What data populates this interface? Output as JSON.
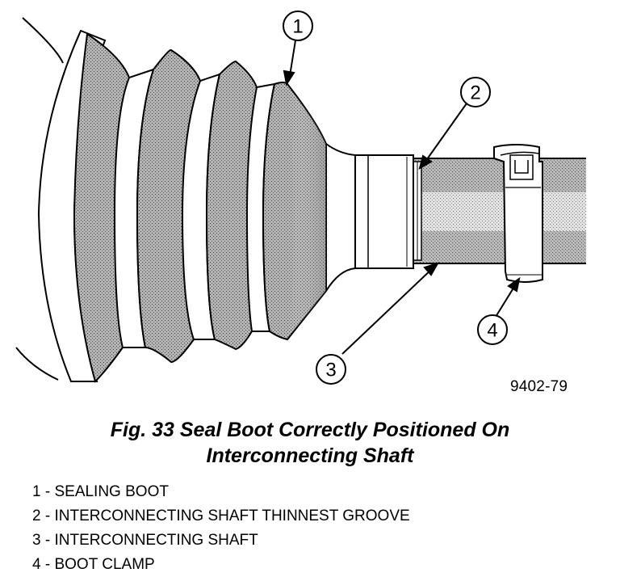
{
  "figure": {
    "figure_number": "9402-79",
    "caption_line1": "Fig. 33 Seal Boot Correctly Positioned On",
    "caption_line2": "Interconnecting Shaft"
  },
  "callouts": [
    "1",
    "2",
    "3",
    "4"
  ],
  "legend": [
    {
      "num": "1",
      "text": "SEALING BOOT"
    },
    {
      "num": "2",
      "text": "INTERCONNECTING SHAFT THINNEST GROOVE"
    },
    {
      "num": "3",
      "text": "INTERCONNECTING SHAFT"
    },
    {
      "num": "4",
      "text": "BOOT CLAMP"
    }
  ],
  "colors": {
    "ink": "#000000",
    "paper": "#ffffff",
    "stipple": "#9a9a9a"
  }
}
